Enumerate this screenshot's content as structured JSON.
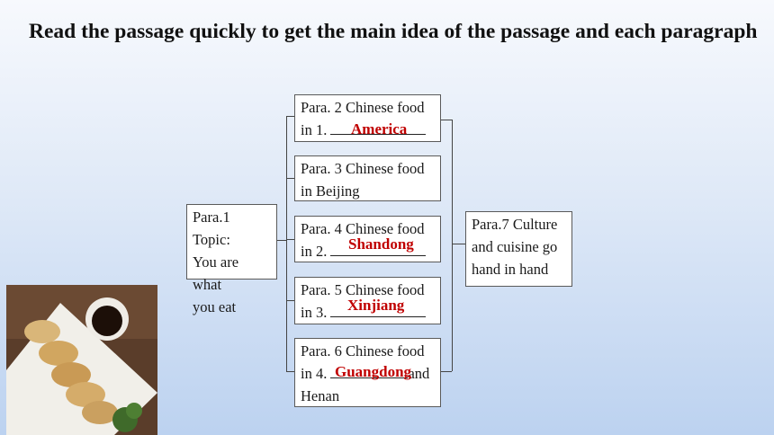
{
  "heading": "Read the passage quickly to get the main idea of the passage and each paragraph",
  "topic": {
    "line1": "Para.1 Topic:",
    "line2": "You are what",
    "line3": "you eat"
  },
  "paras": [
    {
      "line1": "Para. 2 Chinese food",
      "prefix": "in 1.",
      "suffix": "",
      "answer": "America"
    },
    {
      "line1": "Para. 3 Chinese food",
      "line2": "in Beijing"
    },
    {
      "line1": "Para. 4 Chinese food",
      "prefix": "in 2.",
      "suffix": "",
      "answer": "Shandong"
    },
    {
      "line1": "Para. 5 Chinese food",
      "prefix": "in 3.",
      "suffix": "",
      "answer": "Xinjiang"
    },
    {
      "line1": "Para. 6 Chinese food",
      "prefix": "in 4.",
      "suffix": "and",
      "answer": "Guangdong",
      "line3": "Henan"
    }
  ],
  "conclusion": {
    "line1": "Para.7 Culture",
    "line2": "and cuisine go",
    "line3": "hand in hand"
  },
  "colors": {
    "answer": "#c00000"
  }
}
